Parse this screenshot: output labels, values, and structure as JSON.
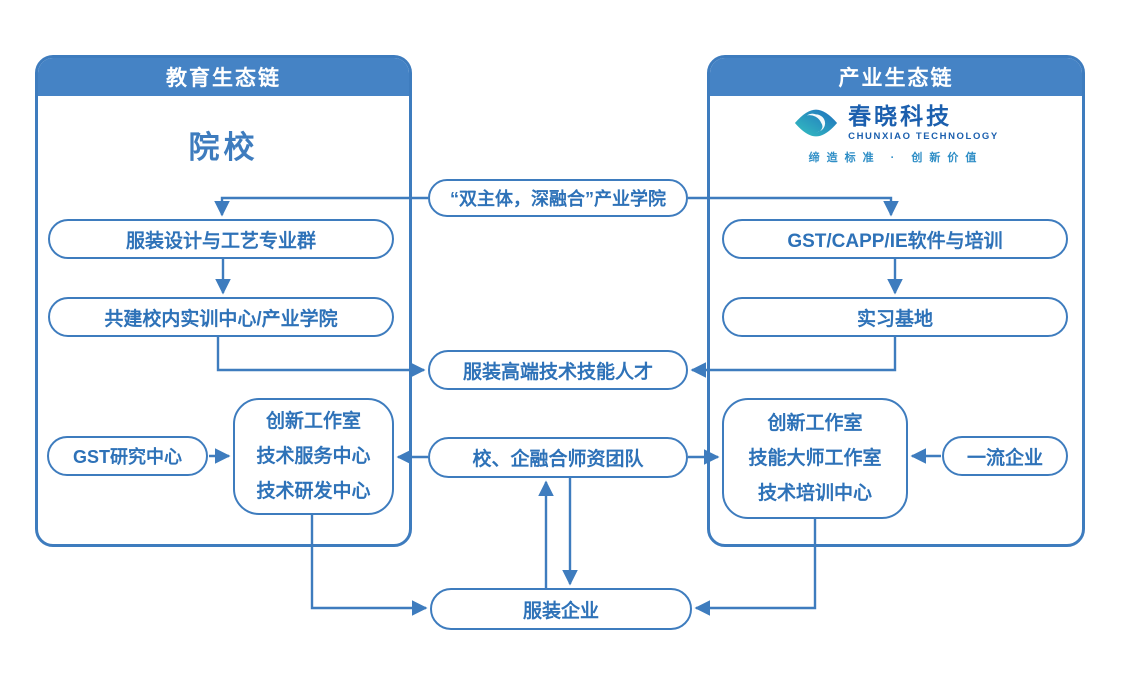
{
  "diagram": {
    "left_panel": {
      "title": "教育生态链",
      "heading": "院校",
      "major_group": "服装设计与工艺专业群",
      "training_center": "共建校内实训中心/产业学院",
      "gst_research": "GST研究中心",
      "workshop_lines": [
        "创新工作室",
        "技术服务中心",
        "技术研发中心"
      ]
    },
    "right_panel": {
      "title": "产业生态链",
      "logo": {
        "name_cn": "春晓科技",
        "name_en": "CHUNXIAO TECHNOLOGY",
        "tagline": "缔造标准 · 创新价值"
      },
      "software_training": "GST/CAPP/IE软件与培训",
      "internship_base": "实习基地",
      "workshop_lines": [
        "创新工作室",
        "技能大师工作室",
        "技术培训中心"
      ],
      "first_class_enterprise": "一流企业"
    },
    "middle": {
      "industry_college": "“双主体，深融合”产业学院",
      "talents": "服装高端技术技能人才",
      "teacher_team": "校、企融合师资团队",
      "garment_enterprise": "服装企业"
    },
    "colors": {
      "primary_blue": "#3e7cbe",
      "header_blue": "#4583c5",
      "text_blue": "#2e72b8",
      "logo_blue": "#1b5fae",
      "logo_teal": "#35c2c0"
    }
  }
}
